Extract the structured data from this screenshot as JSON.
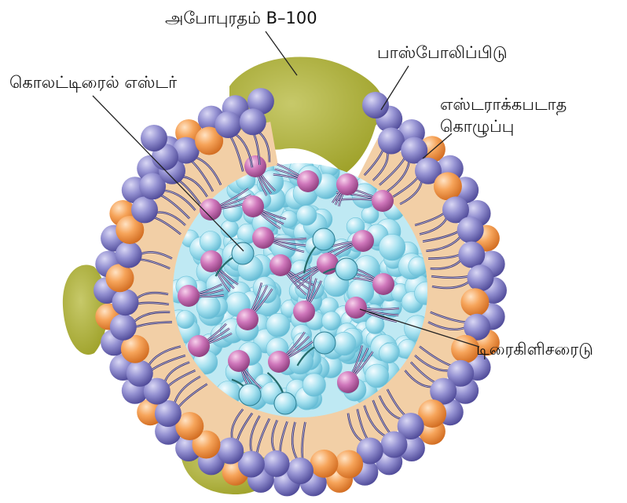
{
  "labels": {
    "apoprotein": "அபோபுரதம் B–100",
    "phospholipid": "பாஸ்போலிப்பிடு",
    "cholesteryl_ester": "கொலட்டிரைல் எஸ்டர்",
    "unesterified_line1": "எஸ்டராக்கபடாத",
    "unesterified_line2": "கொழுப்பு",
    "triglyceride": "டிரைகிளிசரைடு"
  },
  "colors": {
    "apoprotein": "#a9ad2a",
    "shell": "#f2cfa6",
    "core": "#bfe9f3",
    "core_sphere": "#8fd6ea",
    "phospholipid_head": "#8a86c9",
    "cholesterol_head": "#f39a45",
    "ester_head": "#c76bb2",
    "tail": "#3c3570"
  },
  "icons": [
    "phospholipid-icon",
    "cholesterol-icon",
    "cholesteryl-ester-icon",
    "triglyceride-icon"
  ]
}
